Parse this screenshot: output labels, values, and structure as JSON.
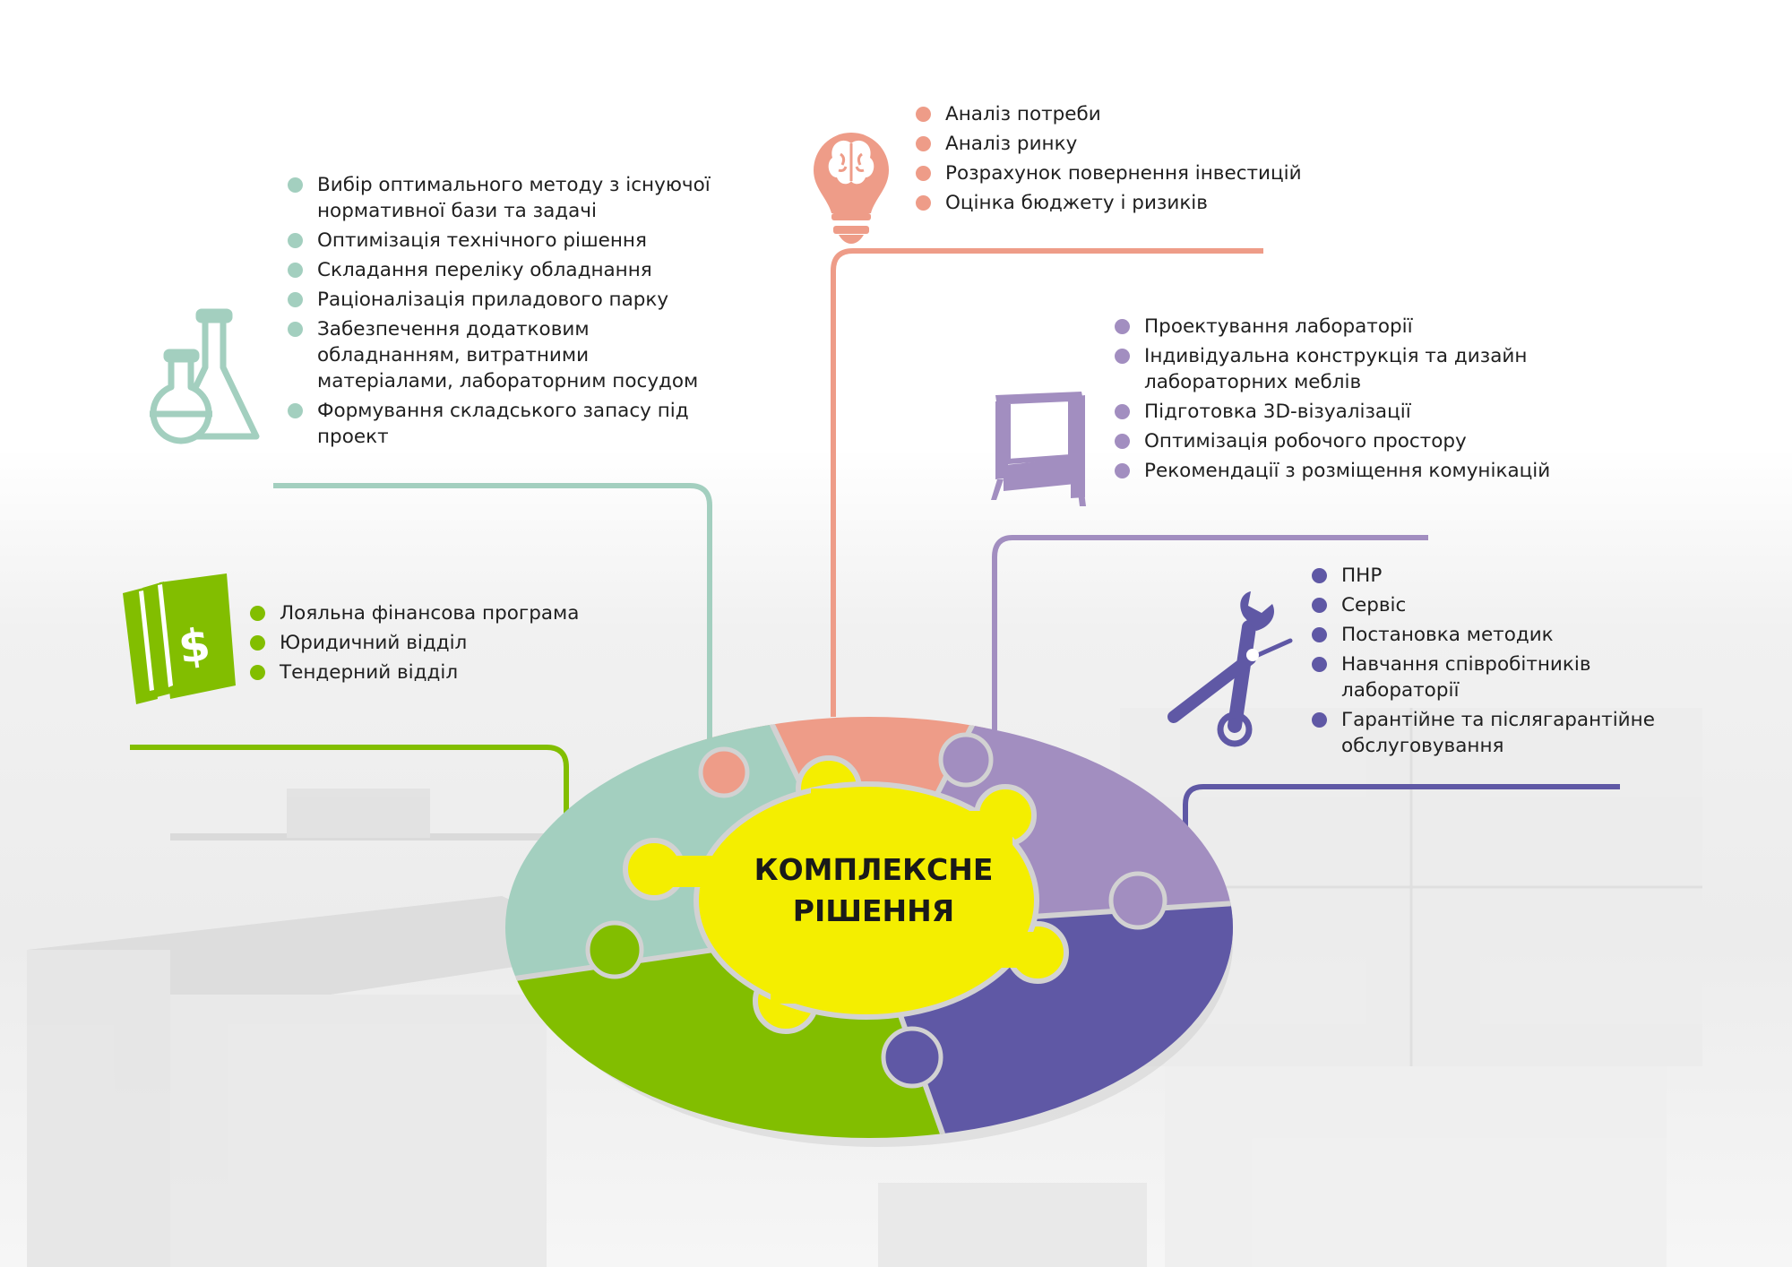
{
  "colors": {
    "teal": "#a3cfbf",
    "salmon": "#ee9c88",
    "lavender": "#a28ec0",
    "indigo": "#5f58a5",
    "green": "#82be00",
    "yellow": "#f4ee00",
    "background_photo": "#ececec"
  },
  "center": {
    "line1": "КОМПЛЕКСНЕ",
    "line2": "РІШЕННЯ"
  },
  "sections": {
    "analysis": {
      "icon": "lightbulb-brain-icon",
      "color": "#ee9c88",
      "items": [
        "Аналіз потреби",
        "Аналіз ринку",
        "Розрахунок повернення інвестицій",
        "Оцінка бюджету і ризиків"
      ]
    },
    "technical": {
      "icon": "lab-flasks-icon",
      "color": "#a3cfbf",
      "items": [
        "Вибір оптимального методу з існуючої нормативної бази та задачі",
        "Оптимізація технічного рішення",
        "Складання переліку обладнання",
        "Раціоналізація приладового парку",
        "Забезпечення додатковим обладнанням, витратними матеріалами, лабораторним посудом",
        "Формування складського запасу під проект"
      ]
    },
    "design": {
      "icon": "fume-hood-icon",
      "color": "#a28ec0",
      "items": [
        "Проектування лабораторії",
        "Індивідуальна конструкція та дизайн лабораторних меблів",
        "Підготовка 3D-візуалізації",
        "Оптимізація робочого простору",
        "Рекомендації з розміщення комунікацій"
      ]
    },
    "finance": {
      "icon": "money-icon",
      "color": "#82be00",
      "items": [
        "Лояльна фінансова програма",
        "Юридичний відділ",
        "Тендерний відділ"
      ]
    },
    "service": {
      "icon": "tools-icon",
      "color": "#5f58a5",
      "items": [
        "ПНР",
        "Сервіс",
        "Постановка методик",
        "Навчання співробітників лабораторії",
        "Гарантійне та післягарантійне обслуговування"
      ]
    }
  }
}
